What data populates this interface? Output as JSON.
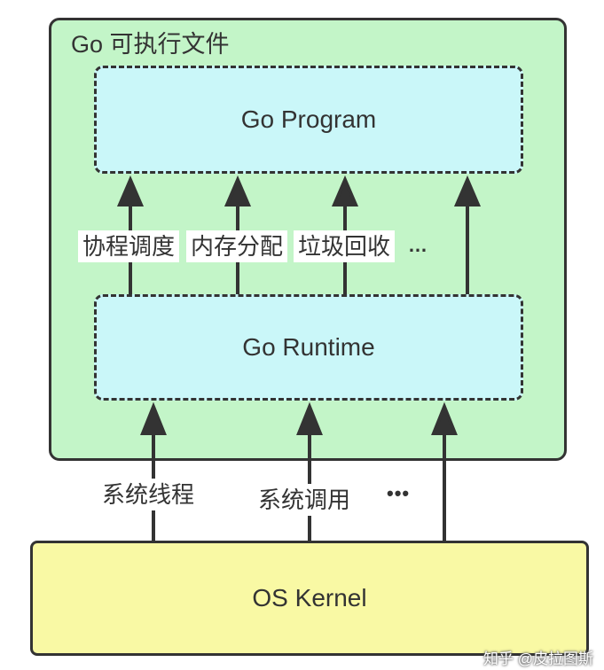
{
  "container": {
    "title": "Go 可执行文件"
  },
  "program": {
    "label": "Go Program"
  },
  "runtime": {
    "label": "Go Runtime",
    "services": [
      "协程调度",
      "内存分配",
      "垃圾回收"
    ],
    "more": "…"
  },
  "kernel": {
    "label": "OS Kernel",
    "interfaces": [
      "系统线程",
      "系统调用"
    ],
    "more": "•••"
  },
  "watermark": "知乎 @皮拉图斯",
  "colors": {
    "container_fill": "#c3f5c8",
    "box_fill": "#caf7f9",
    "kernel_fill": "#f9f9a4",
    "stroke": "#333333"
  }
}
